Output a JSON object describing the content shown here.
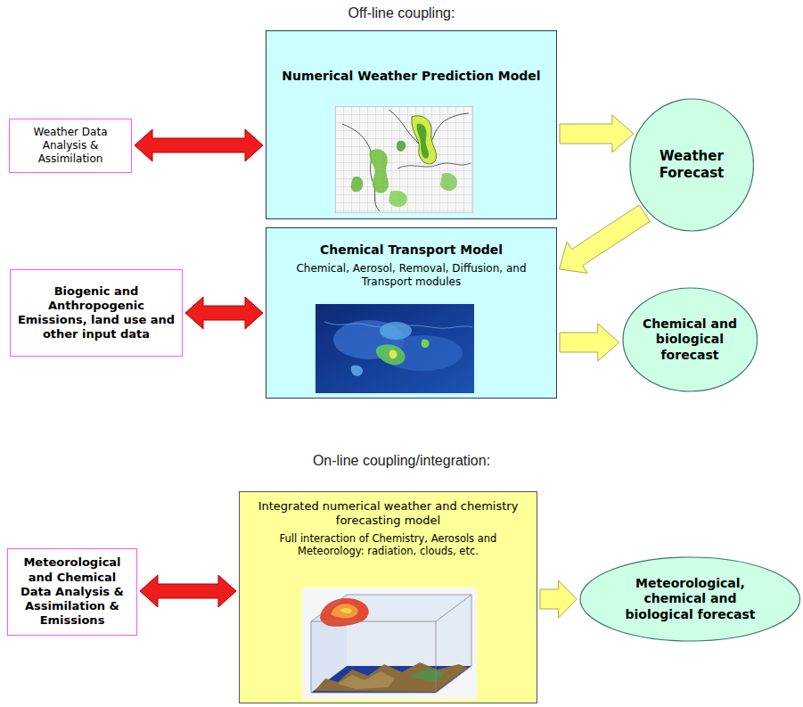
{
  "diagram": {
    "nodes": [
      {
        "text": [
          "Weather Data Analysis & Assimilation"
        ]
      },
      {
        "text": [
          "Numerical Weather Prediction Model"
        ]
      },
      {
        "text": [
          "Weather Forecast"
        ]
      },
      {
        "text": [
          "Biogenic and Anthropogenic Emissions, land use and other input data"
        ]
      },
      {
        "text": [
          "Chemical Transport Model",
          "Chemical, Aerosol, Removal, Diffusion, and Transport modules"
        ]
      },
      {
        "text": [
          "Chemical and biological forecast"
        ]
      },
      {
        "text": [
          "Meteorological and Chemical Data Analysis & Assimilation & Emissions"
        ]
      },
      {
        "text": [
          "Integrated numerical weather and chemistry forecasting model",
          "Full interaction of Chemistry, Aerosols and Meteorology: radiation, clouds, etc."
        ]
      },
      {
        "text": [
          "Meteorological, chemical and biological forecast"
        ]
      }
    ],
    "edges": [
      {
        "from": 0,
        "to": 1,
        "arrow": "both"
      },
      {
        "from": 1,
        "to": 2,
        "arrow": "to"
      },
      {
        "from": 2,
        "to": 4,
        "arrow": "to"
      },
      {
        "from": 3,
        "to": 4,
        "arrow": "both"
      },
      {
        "from": 4,
        "to": 5,
        "arrow": "to"
      },
      {
        "from": 6,
        "to": 7,
        "arrow": "both"
      },
      {
        "from": 7,
        "to": 8,
        "arrow": "to"
      }
    ],
    "labels": [
      "Off-line coupling:",
      "On-line coupling/integration:"
    ]
  }
}
